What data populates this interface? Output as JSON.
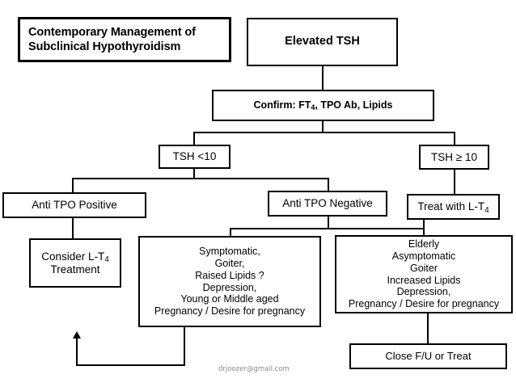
{
  "diagram": {
    "title_line1": "Contemporary Management of",
    "title_line2": "Subclinical Hypothyroidism",
    "footer_credit": "drjoozer@gmail.com",
    "colors": {
      "background": "#ffffff",
      "stroke": "#000000",
      "text": "#000000",
      "footer_text": "#8a8a8a"
    },
    "nodes": {
      "elevated_tsh": {
        "label": "Elevated TSH"
      },
      "confirm": {
        "label_prefix": "Confirm: FT",
        "label_sub": "4",
        "label_suffix": ", TPO Ab, Lipids"
      },
      "tsh_low": {
        "label": "TSH <10"
      },
      "tsh_high": {
        "label": "TSH ≥ 10"
      },
      "anti_tpo_positive": {
        "label": "Anti TPO Positive"
      },
      "anti_tpo_negative": {
        "label": "Anti TPO Negative"
      },
      "treat_lt4": {
        "label_prefix": "Treat with L-T",
        "label_sub": "4"
      },
      "consider_lt4": {
        "label_prefix": "Consider L-T",
        "label_sub": "4",
        "label_line2": "Treatment"
      },
      "criteria_young": {
        "lines": [
          "Symptomatic,",
          "Goiter,",
          "Raised Lipids ?",
          "Depression,",
          "Young or Middle aged",
          "Pregnancy / Desire for pregnancy"
        ]
      },
      "criteria_elderly": {
        "lines": [
          "Elderly",
          "Asymptomatic",
          "Goiter",
          "Increased Lipids",
          "Depression,",
          "Pregnancy / Desire for pregnancy"
        ]
      },
      "close_fu": {
        "label": "Close F/U or Treat"
      }
    }
  }
}
